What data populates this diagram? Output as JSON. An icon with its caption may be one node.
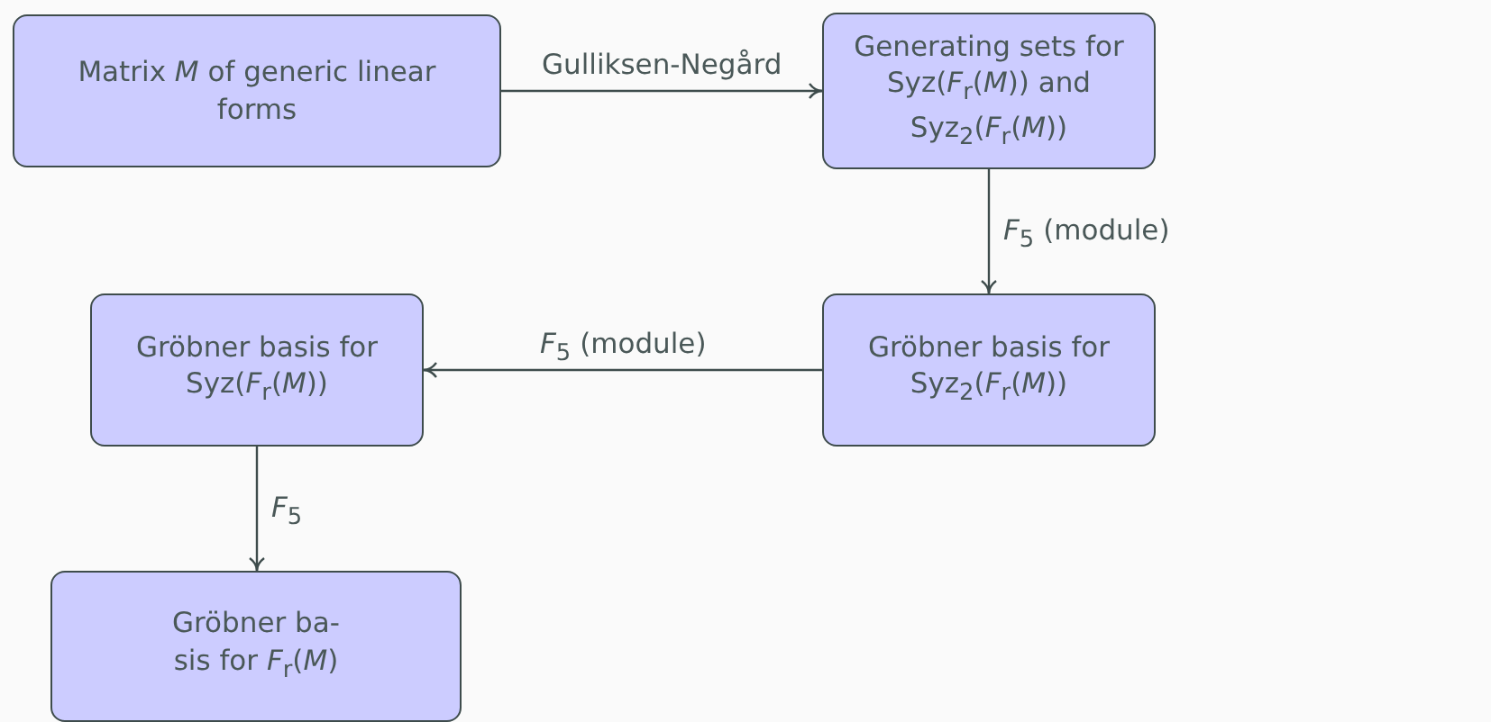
{
  "diagram": {
    "nodes": [
      {
        "text": [
          "Matrix *M* of generic linear forms"
        ]
      },
      {
        "text": [
          "Generating sets for Syz(*F*$_{r}$(*M*)) and Syz$_{2}$(*F*$_{r}$(*M*))"
        ]
      },
      {
        "text": [
          "Gröbner basis for Syz(*F*$_{r}$(*M*))"
        ]
      },
      {
        "text": [
          "Gröbner basis for Syz$_{2}$(*F*$_{r}$(*M*))"
        ]
      },
      {
        "text": [
          "Gröbner ba- sis for *F*$_{r}$(*M*)"
        ]
      }
    ],
    "edges": [
      {
        "from": 0,
        "to": 1,
        "arrow": "to",
        "label": "Gulliksen-Negård"
      },
      {
        "from": 1,
        "to": 3,
        "arrow": "to",
        "label": "*F*$_{5}$ (module)"
      },
      {
        "from": 3,
        "to": 2,
        "arrow": "to",
        "label": "*F*$_{5}$ (module)"
      },
      {
        "from": 2,
        "to": 4,
        "arrow": "to",
        "label": "*F*$_{5}$"
      }
    ]
  }
}
